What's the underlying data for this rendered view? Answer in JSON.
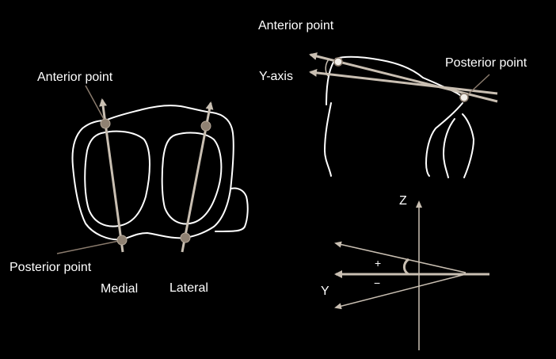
{
  "labels": {
    "axial_anterior": "Anterior point",
    "axial_posterior": "Posterior point",
    "medial": "Medial",
    "lateral": "Lateral",
    "sagittal_anterior": "Anterior point",
    "sagittal_posterior": "Posterior point",
    "y_axis": "Y-axis",
    "z": "Z",
    "y": "Y",
    "plus": "+",
    "minus": "−"
  },
  "colors": {
    "background": "#000000",
    "outline": "#ffffff",
    "axis": "#c9bfb2",
    "point": "#8f8172",
    "leader": "#8a7b6d"
  }
}
